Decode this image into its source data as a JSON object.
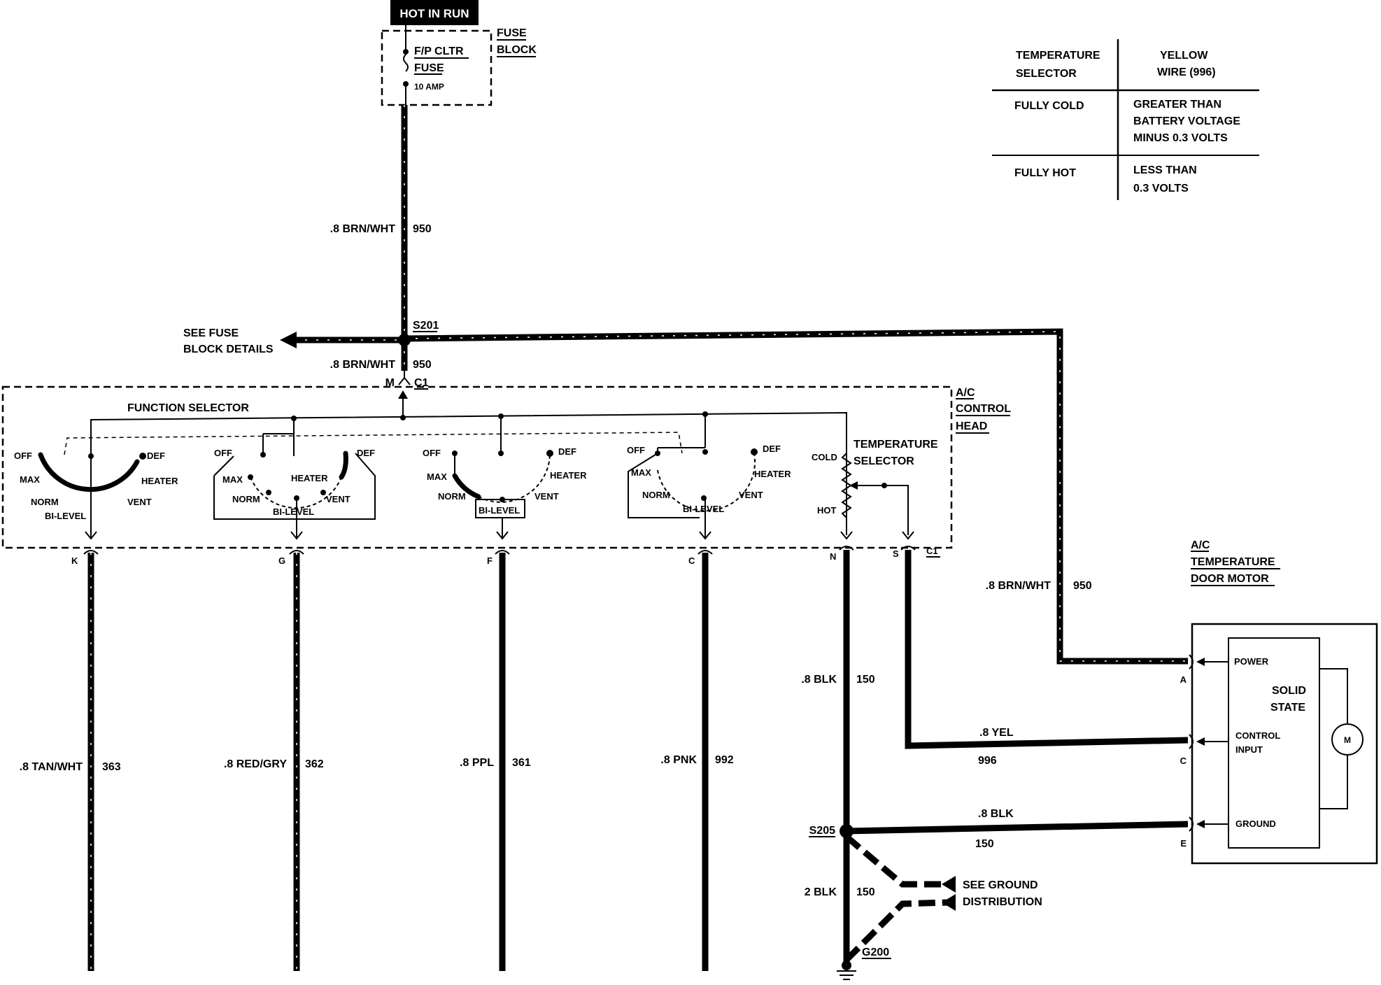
{
  "power": {
    "hot_in_run": "HOT IN RUN",
    "fuse_name_1": "F/P CLTR",
    "fuse_name_2": "FUSE",
    "fuse_rating": "10 AMP",
    "fuse_block_1": "FUSE",
    "fuse_block_2": "BLOCK"
  },
  "wires": {
    "feed_gauge": ".8 BRN/WHT",
    "feed_circuit": "950",
    "splice_s201": "S201",
    "see_fuse_1": "SEE FUSE",
    "see_fuse_2": "BLOCK DETAILS",
    "feed2_gauge": ".8 BRN/WHT",
    "feed2_circuit": "950",
    "pin_m": "M",
    "conn_c1_top": "C1",
    "right_gauge": ".8 BRN/WHT",
    "right_circuit": "950",
    "k_gauge": ".8 TAN/WHT",
    "k_circuit": "363",
    "g_gauge": ".8 RED/GRY",
    "g_circuit": "362",
    "f_gauge": ".8 PPL",
    "f_circuit": "361",
    "c_gauge": ".8 PNK",
    "c_circuit": "992",
    "n_gauge": ".8 BLK",
    "n_circuit": "150",
    "yel_gauge": ".8 YEL",
    "yel_circuit": "996",
    "blk_gauge": ".8 BLK",
    "blk_circuit": "150",
    "splice_s205": "S205",
    "gnd_gauge": "2 BLK",
    "gnd_circuit": "150",
    "see_ground_1": "SEE GROUND",
    "see_ground_2": "DISTRIBUTION",
    "g200": "G200"
  },
  "control_head": {
    "title_1": "A/C",
    "title_2": "CONTROL",
    "title_3": "HEAD",
    "function_selector": "FUNCTION SELECTOR",
    "temp_selector_1": "TEMPERATURE",
    "temp_selector_2": "SELECTOR",
    "cold": "COLD",
    "hot": "HOT",
    "pins": {
      "k": "K",
      "g": "G",
      "f": "F",
      "c": "C",
      "n": "N",
      "s": "S",
      "c1": "C1"
    },
    "positions": {
      "off": "OFF",
      "def": "DEF",
      "max": "MAX",
      "heater": "HEATER",
      "norm": "NORM",
      "vent": "VENT",
      "bilevel": "BI-LEVEL"
    }
  },
  "motor": {
    "title_1": "A/C",
    "title_2": "TEMPERATURE",
    "title_3": "DOOR MOTOR",
    "power": "POWER",
    "control_1": "CONTROL",
    "control_2": "INPUT",
    "ground": "GROUND",
    "solid_1": "SOLID",
    "solid_2": "STATE",
    "m": "M",
    "pin_a": "A",
    "pin_c": "C",
    "pin_e": "E"
  },
  "table": {
    "h1_1": "TEMPERATURE",
    "h1_2": "SELECTOR",
    "h2_1": "YELLOW",
    "h2_2": "WIRE (996)",
    "r1c1": "FULLY COLD",
    "r1c2_1": "GREATER THAN",
    "r1c2_2": "BATTERY VOLTAGE",
    "r1c2_3": "MINUS 0.3 VOLTS",
    "r2c1": "FULLY HOT",
    "r2c2_1": "LESS THAN",
    "r2c2_2": "0.3 VOLTS"
  }
}
